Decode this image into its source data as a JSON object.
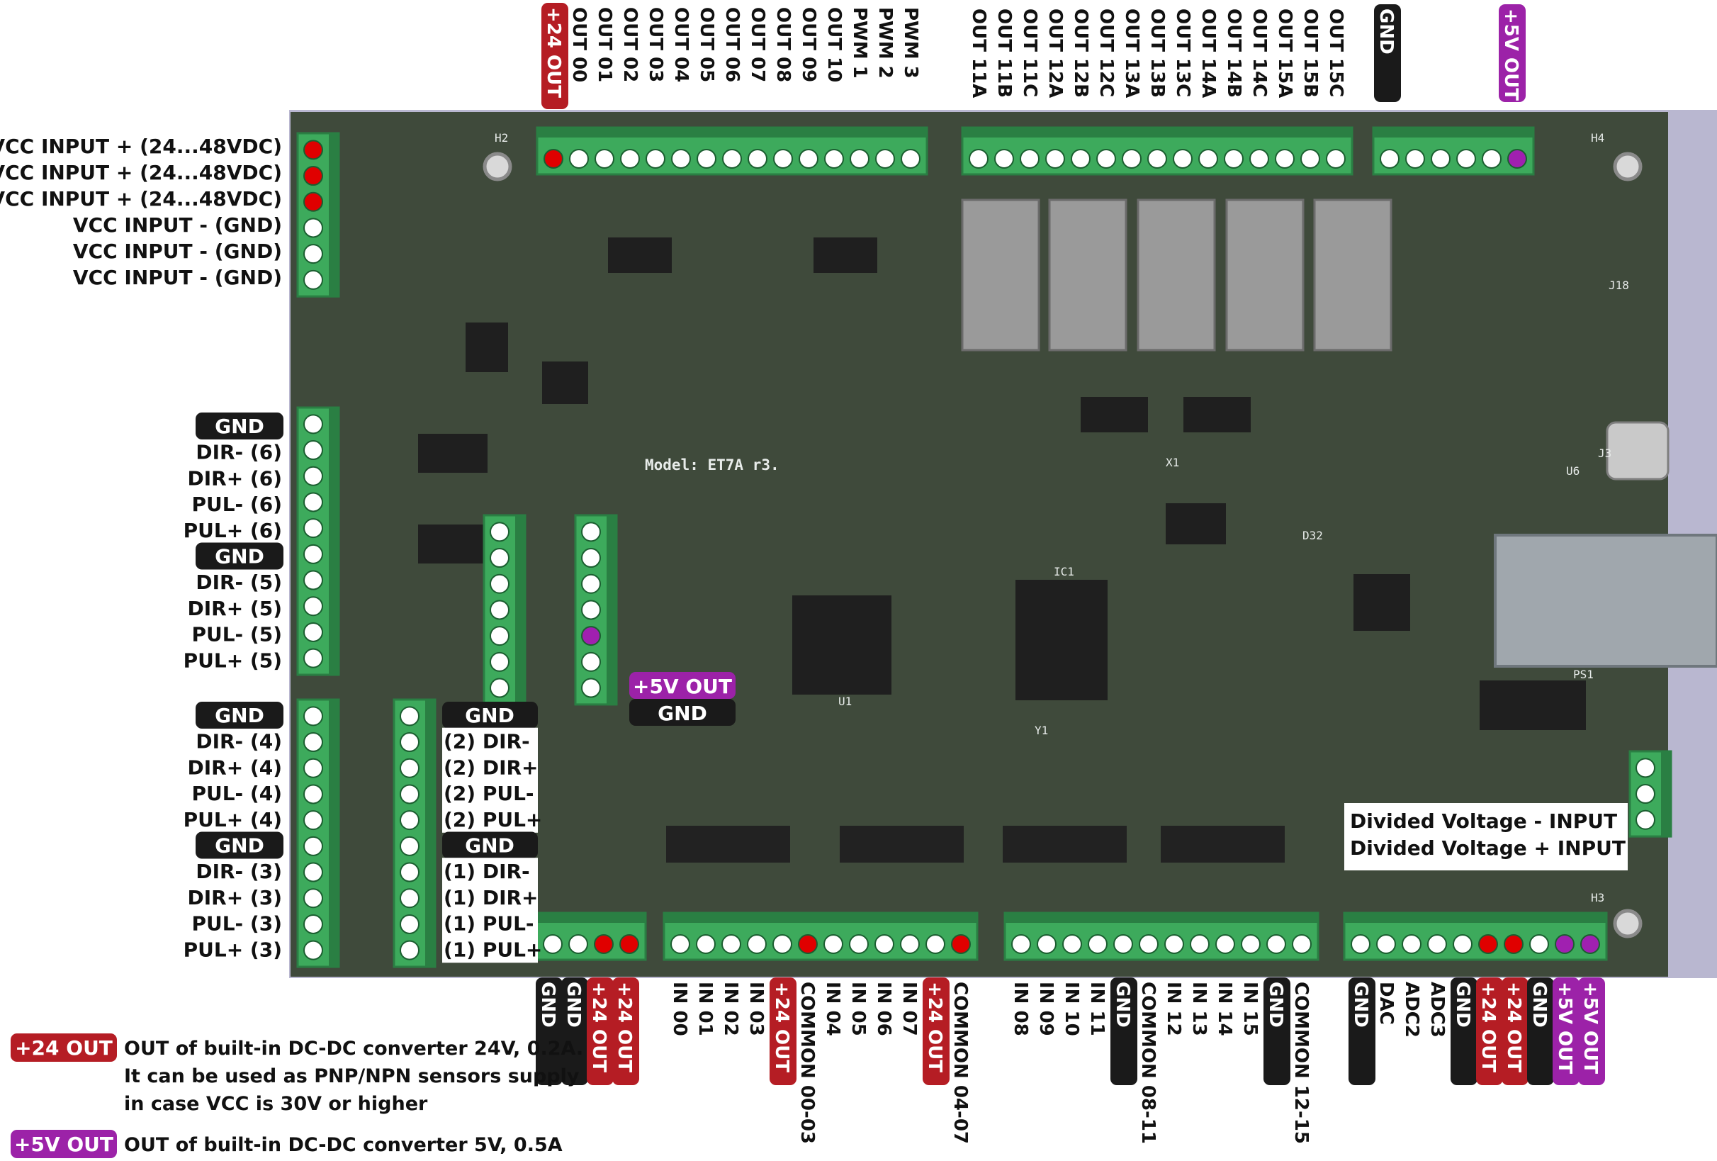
{
  "colors": {
    "background": "#ffffff",
    "board_frame": "#b9b7d0",
    "pcb": "#3f4a3b",
    "terminal": "#3daa5c",
    "terminal_dark": "#2a7f43",
    "pin_white": "#ffffff",
    "pin_red": "#e00000",
    "pin_purple": "#a020b0",
    "badge_black": "#1a1a1a",
    "badge_red": "#b51d24",
    "badge_purple": "#9c22a8"
  },
  "board": {
    "model": "Model:  ET7A r3.",
    "ic_labels": [
      "IC1",
      "U1",
      "U6",
      "J3",
      "J18",
      "X1",
      "Y1",
      "PS1",
      "H2",
      "H3",
      "H4",
      "D32"
    ]
  },
  "top_headers": {
    "left": [
      {
        "label": "+24 OUT",
        "style": "red"
      },
      {
        "label": "OUT 00"
      },
      {
        "label": "OUT 01"
      },
      {
        "label": "OUT 02"
      },
      {
        "label": "OUT 03"
      },
      {
        "label": "OUT 04"
      },
      {
        "label": "OUT 05"
      },
      {
        "label": "OUT 06"
      },
      {
        "label": "OUT 07"
      },
      {
        "label": "OUT 08"
      },
      {
        "label": "OUT 09"
      },
      {
        "label": "OUT 10"
      },
      {
        "label": "PWM 1"
      },
      {
        "label": "PWM 2"
      },
      {
        "label": "PWM 3"
      }
    ],
    "relays": [
      {
        "label": "OUT 11A"
      },
      {
        "label": "OUT 11B"
      },
      {
        "label": "OUT 11C"
      },
      {
        "label": "OUT 12A"
      },
      {
        "label": "OUT 12B"
      },
      {
        "label": "OUT 12C"
      },
      {
        "label": "OUT 13A"
      },
      {
        "label": "OUT 13B"
      },
      {
        "label": "OUT 13C"
      },
      {
        "label": "OUT 14A"
      },
      {
        "label": "OUT 14B"
      },
      {
        "label": "OUT 14C"
      },
      {
        "label": "OUT 15A"
      },
      {
        "label": "OUT 15B"
      },
      {
        "label": "OUT 15C"
      }
    ],
    "right": [
      {
        "label": "GND",
        "style": "black"
      },
      {
        "label": "+5V OUT",
        "style": "purple"
      }
    ]
  },
  "left_power": [
    "VCC INPUT + (24...48VDC)",
    "VCC INPUT + (24...48VDC)",
    "VCC INPUT + (24...48VDC)",
    "VCC INPUT - (GND)",
    "VCC INPUT - (GND)",
    "VCC INPUT - (GND)"
  ],
  "axis_56": [
    {
      "label": "GND",
      "style": "black"
    },
    {
      "label": "DIR-  (6)"
    },
    {
      "label": "DIR+  (6)"
    },
    {
      "label": "PUL- (6)"
    },
    {
      "label": "PUL+ (6)"
    },
    {
      "label": "GND",
      "style": "black"
    },
    {
      "label": "DIR-  (5)"
    },
    {
      "label": "DIR+  (5)"
    },
    {
      "label": "PUL- (5)"
    },
    {
      "label": "PUL+ (5)"
    }
  ],
  "axis_34": [
    {
      "label": "GND",
      "style": "black"
    },
    {
      "label": "DIR-  (4)"
    },
    {
      "label": "DIR+  (4)"
    },
    {
      "label": "PUL- (4)"
    },
    {
      "label": "PUL+ (4)"
    },
    {
      "label": "GND",
      "style": "black"
    },
    {
      "label": "DIR-  (3)"
    },
    {
      "label": "DIR+  (3)"
    },
    {
      "label": "PUL- (3)"
    },
    {
      "label": "PUL+ (3)"
    }
  ],
  "axis_12": [
    {
      "label": "GND",
      "style": "black"
    },
    {
      "label": "(2) DIR-"
    },
    {
      "label": "(2) DIR+"
    },
    {
      "label": "(2) PUL-"
    },
    {
      "label": "(2) PUL+"
    },
    {
      "label": "GND",
      "style": "black"
    },
    {
      "label": "(1) DIR-"
    },
    {
      "label": "(1) DIR+"
    },
    {
      "label": "(1) PUL-"
    },
    {
      "label": "(1) PUL+"
    }
  ],
  "j16_labels": [
    {
      "label": "+5V OUT",
      "style": "purple"
    },
    {
      "label": "GND",
      "style": "black"
    }
  ],
  "divided_voltage": [
    "Divided Voltage - INPUT",
    "Divided Voltage + INPUT"
  ],
  "bottom_headers": [
    {
      "label": "GND",
      "style": "black"
    },
    {
      "label": "GND",
      "style": "black"
    },
    {
      "label": "+24 OUT",
      "style": "red"
    },
    {
      "label": "+24 OUT",
      "style": "red"
    },
    {
      "label": "IN 00"
    },
    {
      "label": "IN 01"
    },
    {
      "label": "IN 02"
    },
    {
      "label": "IN 03"
    },
    {
      "label": "+24 OUT",
      "style": "red"
    },
    {
      "label": "COMMON 00-03"
    },
    {
      "label": "IN 04"
    },
    {
      "label": "IN 05"
    },
    {
      "label": "IN 06"
    },
    {
      "label": "IN 07"
    },
    {
      "label": "+24 OUT",
      "style": "red"
    },
    {
      "label": "COMMON 04-07"
    },
    {
      "label": "IN 08"
    },
    {
      "label": "IN 09"
    },
    {
      "label": "IN 10"
    },
    {
      "label": "IN 11"
    },
    {
      "label": "GND",
      "style": "black"
    },
    {
      "label": "COMMON 08-11"
    },
    {
      "label": "IN 12"
    },
    {
      "label": "IN 13"
    },
    {
      "label": "IN 14"
    },
    {
      "label": "IN 15"
    },
    {
      "label": "GND",
      "style": "black"
    },
    {
      "label": "COMMON 12-15"
    },
    {
      "label": "GND",
      "style": "black"
    },
    {
      "label": "DAC"
    },
    {
      "label": "ADC2"
    },
    {
      "label": "ADC3"
    },
    {
      "label": "GND",
      "style": "black"
    },
    {
      "label": "+24 OUT",
      "style": "red"
    },
    {
      "label": "+24 OUT",
      "style": "red"
    },
    {
      "label": "GND",
      "style": "black"
    },
    {
      "label": "+5V OUT",
      "style": "purple"
    },
    {
      "label": "+5V OUT",
      "style": "purple"
    }
  ],
  "legend": [
    {
      "badge": "+24 OUT",
      "style": "red",
      "lines": [
        "OUT of built-in DC-DC converter 24V, 0.2A.",
        "It can be used as PNP/NPN sensors supply",
        "in case VCC is 30V or higher"
      ]
    },
    {
      "badge": "+5V OUT",
      "style": "purple",
      "lines": [
        "OUT of built-in DC-DC converter 5V, 0.5A"
      ]
    }
  ]
}
